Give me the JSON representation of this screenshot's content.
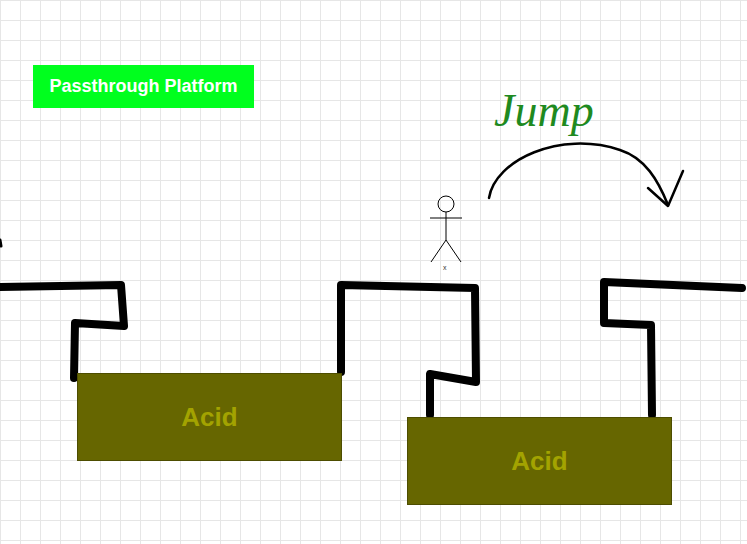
{
  "diagram": {
    "nodes": [
      {
        "text": [
          "Passthrough Platform"
        ]
      },
      {
        "text": [
          "Acid"
        ]
      },
      {
        "text": [
          "Acid"
        ]
      }
    ],
    "labels": [
      "Jump",
      "x"
    ]
  }
}
